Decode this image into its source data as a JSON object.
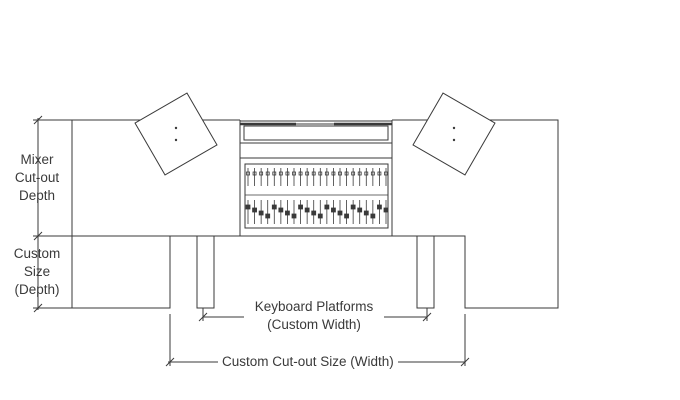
{
  "labels": {
    "mixer_cutout_depth": [
      "Mixer",
      "Cut-out",
      "Depth"
    ],
    "custom_size_depth": [
      "Custom",
      "Size",
      "(Depth)"
    ],
    "keyboard_platforms": [
      "Keyboard Platforms",
      "(Custom Width)"
    ],
    "custom_cutout_width": "Custom Cut-out Size (Width)"
  },
  "colors": {
    "line": "#3a3a3a",
    "paper": "#ffffff"
  }
}
